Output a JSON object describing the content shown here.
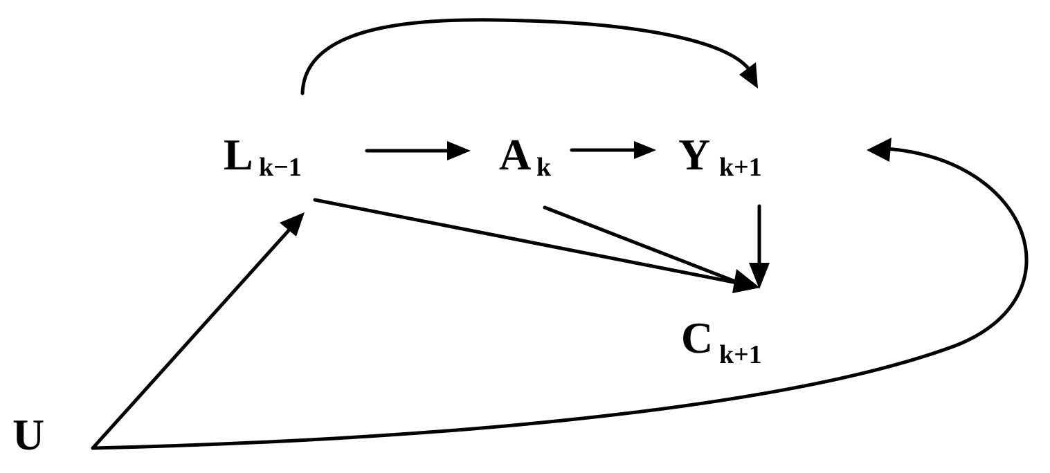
{
  "nodes": [
    {
      "id": "L",
      "main": "L",
      "sub": "k−1"
    },
    {
      "id": "A",
      "main": "A",
      "sub": "k"
    },
    {
      "id": "Y",
      "main": "Y",
      "sub": "k+1"
    },
    {
      "id": "C",
      "main": "C",
      "sub": "k+1"
    },
    {
      "id": "U",
      "main": "U",
      "sub": ""
    }
  ],
  "edges": [
    {
      "from": "L",
      "to": "Y",
      "curved": true
    },
    {
      "from": "L",
      "to": "A",
      "curved": false
    },
    {
      "from": "A",
      "to": "Y",
      "curved": false
    },
    {
      "from": "L",
      "to": "C",
      "curved": false
    },
    {
      "from": "A",
      "to": "C",
      "curved": false
    },
    {
      "from": "Y",
      "to": "C",
      "curved": false
    },
    {
      "from": "U",
      "to": "L",
      "curved": false
    },
    {
      "from": "U",
      "to": "Y",
      "curved": true
    }
  ],
  "colors": {
    "ink": "#000000",
    "background": "#ffffff"
  }
}
